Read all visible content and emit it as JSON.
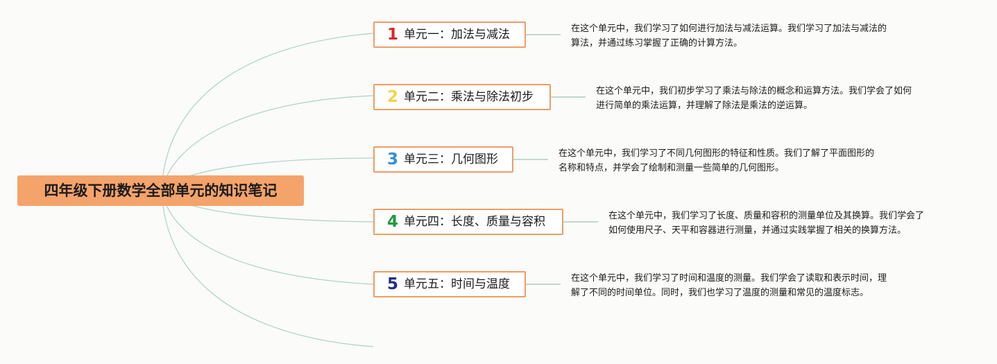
{
  "root": {
    "title": "四年级下册数学全部单元的知识笔记"
  },
  "units": [
    {
      "number": "1",
      "number_color": "#d9262e",
      "label": "单元一：加法与减法",
      "note": [
        "在这个单元中，我们学习了如何进行加法与减法运算。我们学习了加法与减法的",
        "算法，并通过练习掌握了正确的计算方法。"
      ]
    },
    {
      "number": "2",
      "number_color": "#f2d34a",
      "label": "单元二：乘法与除法初步",
      "note": [
        "在这个单元中，我们初步学习了乘法与除法的概念和运算方法。我们学会了如何",
        "进行简单的乘法运算，并理解了除法是乘法的逆运算。"
      ]
    },
    {
      "number": "3",
      "number_color": "#2f8fd4",
      "label": "单元三：几何图形",
      "note": [
        "在这个单元中，我们学习了不同几何图形的特征和性质。我们了解了平面图形的",
        "名称和特点，并学会了绘制和测量一些简单的几何图形。"
      ]
    },
    {
      "number": "4",
      "number_color": "#1f9a3a",
      "label": "单元四：长度、质量与容积",
      "note": [
        "在这个单元中，我们学习了长度、质量和容积的测量单位及其换算。我们学会了",
        "如何使用尺子、天平和容器进行测量，并通过实践掌握了相关的换算方法。"
      ]
    },
    {
      "number": "5",
      "number_color": "#1d2f80",
      "label": "单元五：时间与温度",
      "note": [
        "在这个单元中，我们学习了时间和温度的测量。我们学会了读取和表示时间，理",
        "解了不同的时间单位。同时，我们也学习了温度的测量和常见的温度标志。"
      ]
    }
  ],
  "colors": {
    "branch_line": "#a8d2c8",
    "note_line": "#9cc4bd",
    "root_fill": "#f4a36b",
    "branch_border": "#ef9d65"
  }
}
